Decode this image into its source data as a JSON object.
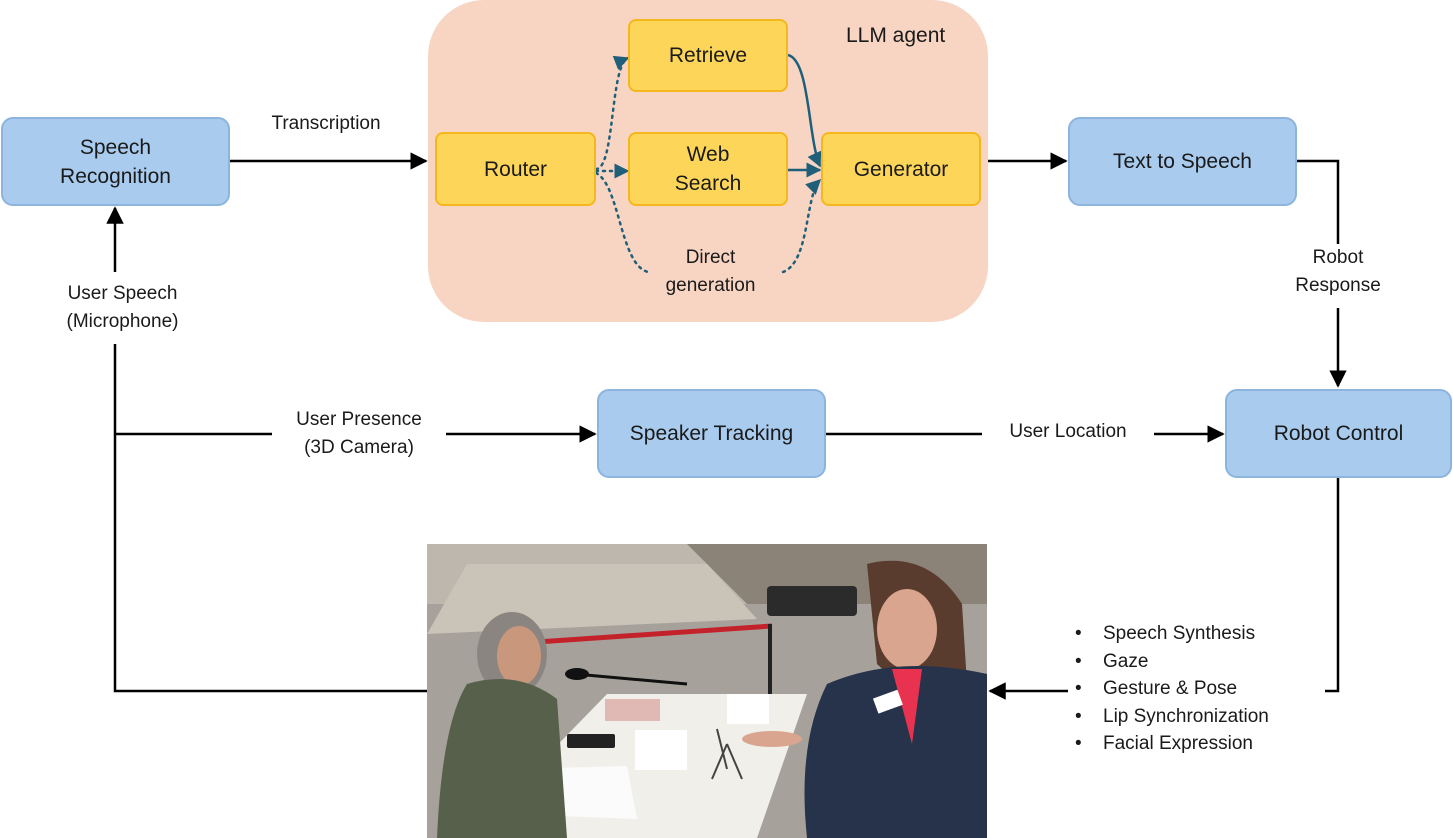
{
  "agent": {
    "title": "LLM agent"
  },
  "nodes": {
    "speech_recognition": "Speech\nRecognition",
    "router": "Router",
    "retrieve": "Retrieve",
    "web_search": "Web\nSearch",
    "generator": "Generator",
    "text_to_speech": "Text to Speech",
    "speaker_tracking": "Speaker Tracking",
    "robot_control": "Robot Control"
  },
  "labels": {
    "transcription": "Transcription",
    "direct_generation": "Direct\ngeneration",
    "user_speech": "User Speech\n(Microphone)",
    "user_presence": "User Presence\n(3D Camera)",
    "user_location": "User Location",
    "robot_response": "Robot\nResponse"
  },
  "robot_outputs": [
    "Speech Synthesis",
    "Gaze",
    "Gesture & Pose",
    "Lip Synchronization",
    "Facial Expression"
  ],
  "colors": {
    "blue_box": "#a8cbee",
    "yellow_box": "#fdd558",
    "agent_bg": "#f8d5c3",
    "teal_arrow": "#1f5f7a"
  }
}
